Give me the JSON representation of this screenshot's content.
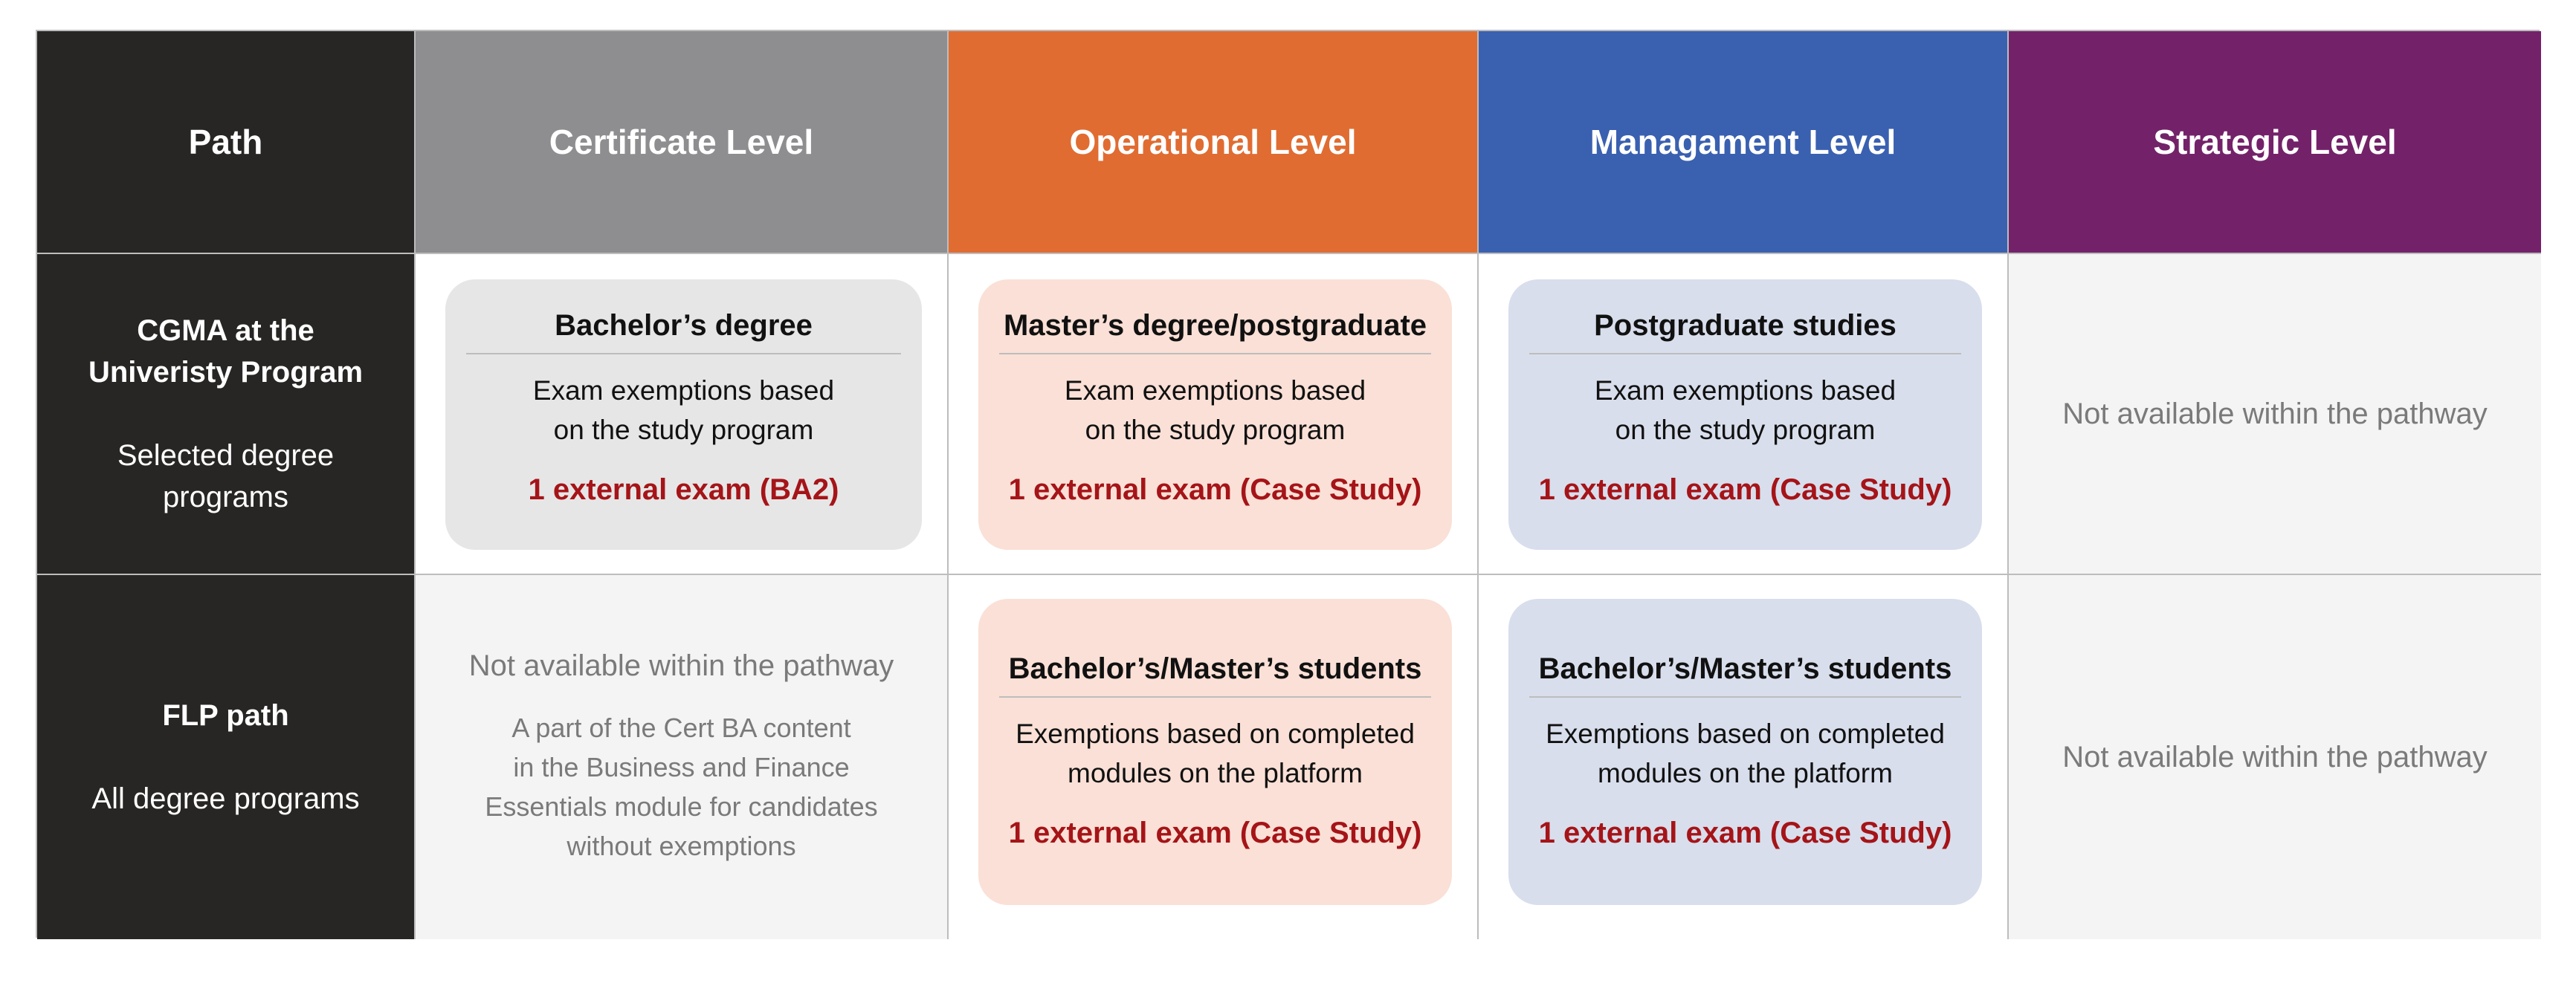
{
  "headers": {
    "path": "Path",
    "certificate": "Certificate Level",
    "operational": "Operational Level",
    "management": "Managament Level",
    "strategic": "Strategic Level"
  },
  "rows": [
    {
      "title_line1": "CGMA at the",
      "title_line2": "Univeristy Program",
      "subtitle_line1": "Selected degree",
      "subtitle_line2": "programs",
      "certificate": {
        "title": "Bachelor’s degree",
        "description": "Exam exemptions based\non the study program",
        "exam": "1 external exam (BA2)"
      },
      "operational": {
        "title": "Master’s degree/postgraduate",
        "description": "Exam exemptions based\non the study program",
        "exam": "1 external exam (Case Study)"
      },
      "management": {
        "title": "Postgraduate studies",
        "description": "Exam exemptions based\non the study program",
        "exam": "1 external exam (Case Study)"
      },
      "strategic": {
        "status": "Not available within the pathway"
      }
    },
    {
      "title_line1": "FLP path",
      "subtitle_line1": "All degree programs",
      "certificate": {
        "status": "Not available within the pathway",
        "note_line1": "A part of the Cert BA content",
        "note_line2": "in the Business and Finance",
        "note_line3": "Essentials module for candidates",
        "note_line4": "without exemptions"
      },
      "operational": {
        "title": "Bachelor’s/Master’s students",
        "description": "Exemptions based on completed\nmodules on the platform",
        "exam": "1 external exam (Case Study)"
      },
      "management": {
        "title": "Bachelor’s/Master’s students",
        "description": "Exemptions based on completed\nmodules on the platform",
        "exam": "1 external exam (Case Study)"
      },
      "strategic": {
        "status": "Not available within the pathway"
      }
    }
  ],
  "colors": {
    "path_header": "#272624",
    "certificate_header": "#8e8e90",
    "operational_header": "#e06c32",
    "management_header": "#3a60b0",
    "strategic_header": "#732269",
    "exam_text": "#a51418"
  }
}
